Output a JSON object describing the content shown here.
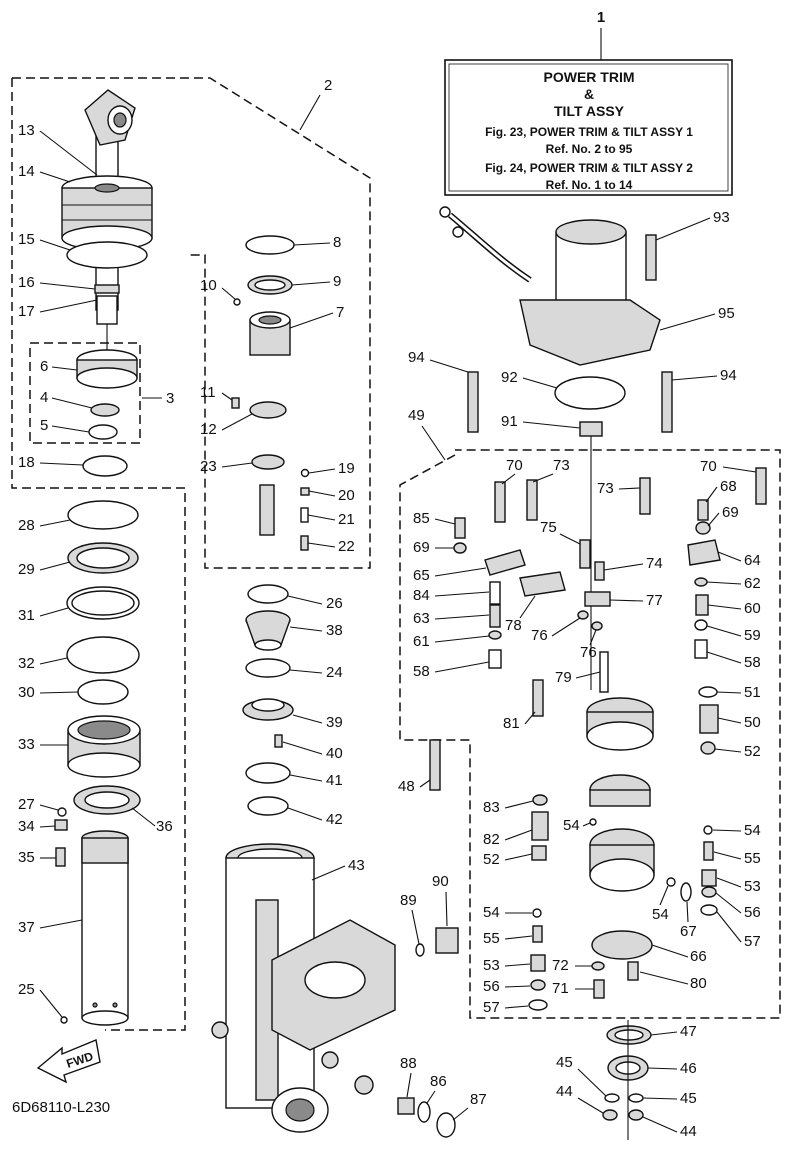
{
  "title_box": {
    "number": "1",
    "line1": "POWER TRIM",
    "line2": "&",
    "line3": "TILT ASSY",
    "ref1": "Fig. 23, POWER TRIM & TILT ASSY 1",
    "ref1b": "Ref. No. 2 to 95",
    "ref2": "Fig. 24, POWER TRIM & TILT ASSY 2",
    "ref2b": "Ref. No. 1 to 14"
  },
  "drawing_code": "6D68110-L230",
  "fwd_label": "FWD",
  "callouts": [
    "2",
    "3",
    "4",
    "5",
    "6",
    "7",
    "8",
    "9",
    "10",
    "11",
    "12",
    "13",
    "14",
    "15",
    "16",
    "17",
    "18",
    "19",
    "20",
    "21",
    "22",
    "23",
    "24",
    "25",
    "26",
    "27",
    "28",
    "29",
    "30",
    "31",
    "32",
    "33",
    "34",
    "35",
    "36",
    "37",
    "38",
    "39",
    "40",
    "41",
    "42",
    "43",
    "44",
    "44",
    "45",
    "45",
    "46",
    "47",
    "48",
    "49",
    "50",
    "51",
    "52",
    "52",
    "53",
    "53",
    "54",
    "54",
    "54",
    "54",
    "55",
    "55",
    "56",
    "56",
    "57",
    "57",
    "58",
    "58",
    "59",
    "60",
    "61",
    "62",
    "63",
    "64",
    "65",
    "66",
    "67",
    "68",
    "69",
    "69",
    "70",
    "70",
    "71",
    "72",
    "73",
    "73",
    "74",
    "75",
    "76",
    "76",
    "77",
    "78",
    "79",
    "80",
    "81",
    "82",
    "83",
    "84",
    "85",
    "86",
    "87",
    "88",
    "89",
    "90",
    "91",
    "92",
    "93",
    "94",
    "94",
    "95"
  ]
}
